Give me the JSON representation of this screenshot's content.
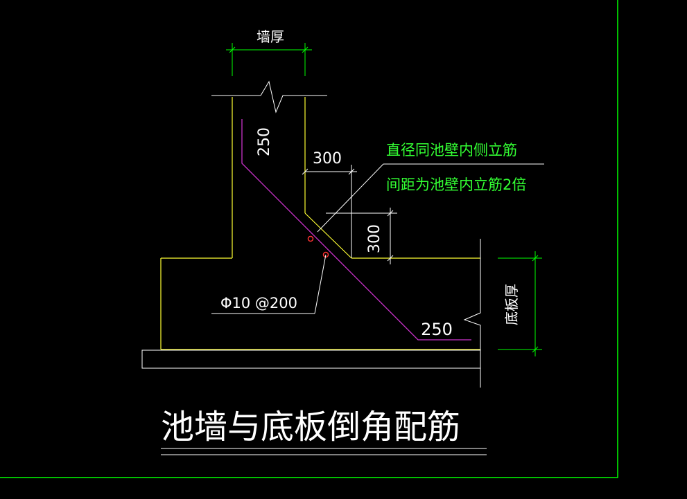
{
  "colors": {
    "background": "#000000",
    "frame": "#00ff00",
    "concrete_outline": "#ffff33",
    "dimension": "#00ff00",
    "rebar": "#cc33cc",
    "text_white": "#ffffff",
    "leader": "#ffffff",
    "note_text": "#33ff33",
    "rebar_section": "#ff3333"
  },
  "labels": {
    "wall_thickness": "墙厚",
    "base_thickness": "底板厚",
    "dim_250_vertical": "250",
    "dim_300_horizontal": "300",
    "dim_300_vertical": "300",
    "dim_250_horizontal": "250",
    "rebar_spec": "Φ10 @200",
    "note_line1": "直径同池壁内侧立筋",
    "note_line2": "间距为池壁内立筋2倍",
    "title": "池墙与底板倒角配筋"
  }
}
